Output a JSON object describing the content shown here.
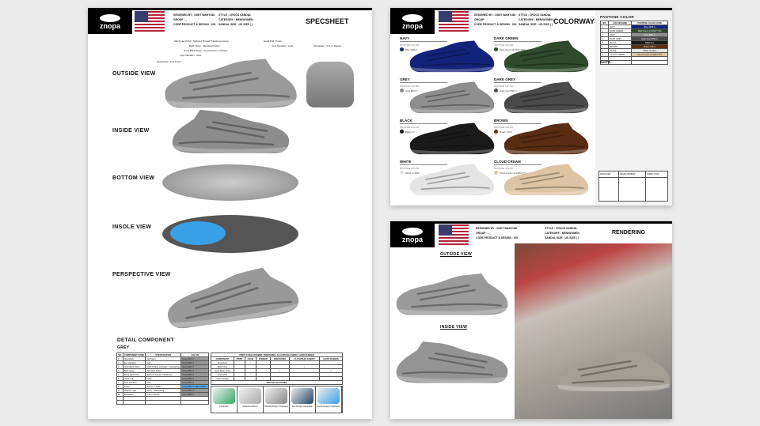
{
  "header": {
    "brand": "znopa",
    "designed_by": "DESIGNED BY : DIGIT WAHYUDI",
    "group": "GROUP : -",
    "code": "CODE PRODUCT & DESIGN : 001",
    "style": "STYLE : CROCS SANDAL",
    "category": "CATEGORY : MEN/WOMEN",
    "size": "SANDAL SIZE : US SIZE (  )"
  },
  "specsheet": {
    "title": "SPECSHEET",
    "views": [
      "OUTSIDE VIEW",
      "INSIDE VIEW",
      "BOTTOM VIEW",
      "INSOLE VIEW",
      "PERSPECTIVE VIEW"
    ],
    "callouts": [
      "Stitch Hand Pull : Nylbond Thread Translucent Grey",
      "Back Strap : Alcantara Fabric",
      "Hook Back Strap : Hard Rubber or Plastic",
      "Eye Variation : Hole",
      "Upperbody : Full Foam",
      "Hand Pull : Foam",
      "Heel Variation : Hole",
      "Monolabel : Knit or Weave"
    ],
    "detail_title": "DETAIL COMPONENT",
    "detail_color": "GREY",
    "table_headers": [
      "NO.",
      "COMPONENT NAME",
      "SPECIFICATION",
      "COLOR"
    ],
    "rows": [
      [
        "1",
        "Upperbody",
        "Full Foam",
        "Grey 8001 C"
      ],
      [
        "2",
        "Eye Variation",
        "Hole",
        "Grey 8001 C"
      ],
      [
        "3",
        "Hook Back Strap",
        "Hard Rubber or Plastic + Debossing",
        "Grey 8001 C"
      ],
      [
        "4",
        "Back Strap",
        "Alcantara Fabric",
        "Grey 8001 C"
      ],
      [
        "5",
        "Stitch Hand Pull",
        "Nylbond Thread Translucent",
        "Grey 8001 C"
      ],
      [
        "6",
        "Hand Pull",
        "Foam",
        "Grey 8001 C"
      ],
      [
        "7",
        "Heel Variation",
        "Hole",
        "Grey 8001 C"
      ],
      [
        "8",
        "Insole",
        "Rubber + Foam",
        "Grey 8001 C / Blue 2925 C"
      ],
      [
        "9",
        "Outsole Logo",
        "Foam + Debossing",
        "Grey 8001 C"
      ],
      [
        "10",
        "Monolabel",
        "Knit or Weave",
        "Grey 8001 C"
      ]
    ],
    "process_title": "PRINT, FOAM, RUBBER, DEBOSSING, ALCANTARA FABRIC, HARD RUBBER",
    "process_headers": [
      "COMPONENT",
      "PRINT",
      "FOAM",
      "RUBBER",
      "DEBOSSING",
      "ALCANTARA FABRIC",
      "HARD RUBBER"
    ],
    "process_rows": [
      [
        "Upperbody",
        "",
        "✓",
        "",
        "",
        "",
        ""
      ],
      [
        "Back Strap",
        "",
        "",
        "",
        "",
        "✓",
        ""
      ],
      [
        "Hook Back Strap",
        "",
        "",
        "",
        "✓",
        "",
        "✓"
      ],
      [
        "Hand Pull",
        "",
        "✓",
        "",
        "",
        "",
        ""
      ],
      [
        "Insole Design",
        "",
        "✓",
        "✓",
        "",
        "",
        ""
      ]
    ],
    "features_title": "SPECIAL FEATURES",
    "features": [
      "Full Foam",
      "Alcantara Fabric",
      "Outsole Design Inspiration",
      "Eye Design Inspiration",
      "Insole Design Inspiration"
    ]
  },
  "colorways": {
    "title": "COLORWAYS",
    "pantone_sub": "PANTONE COLOR",
    "items": [
      {
        "name": "NAVY",
        "code": "Blue 2965 C",
        "color": "#14237a"
      },
      {
        "name": "DARK GREEN",
        "code": "Dark Green 19-0417 TCX",
        "color": "#2f4a2c"
      },
      {
        "name": "GREY",
        "code": "Grey 8001 C",
        "color": "#8e8e8e"
      },
      {
        "name": "DARK GREY",
        "code": "Dark Grey 8001 C",
        "color": "#4a4a4a"
      },
      {
        "name": "BLACK",
        "code": "Black 6 C",
        "color": "#1a1a1a"
      },
      {
        "name": "BROWN",
        "code": "Brown 732 C",
        "color": "#5a2c14"
      },
      {
        "name": "WHITE",
        "code": "White 11-0601",
        "color": "#e4e4e4"
      },
      {
        "name": "CLOUD CREAM",
        "code": "Cloud Cream 12-0804 TCX",
        "color": "#dcc4a4"
      }
    ],
    "pantone_title": "PANTONE COLOR",
    "pantone_headers": [
      "NO.",
      "COLOR NAME",
      "PANTONE COLOR CODE"
    ],
    "note_label": "NOTE :",
    "signoff": [
      "DESIGNER",
      "DEVELOPMENT",
      "DIRECTORS"
    ]
  },
  "rendering": {
    "title": "RENDERING",
    "views": [
      "OUTSIDE VIEW",
      "INSIDE VIEW"
    ]
  }
}
